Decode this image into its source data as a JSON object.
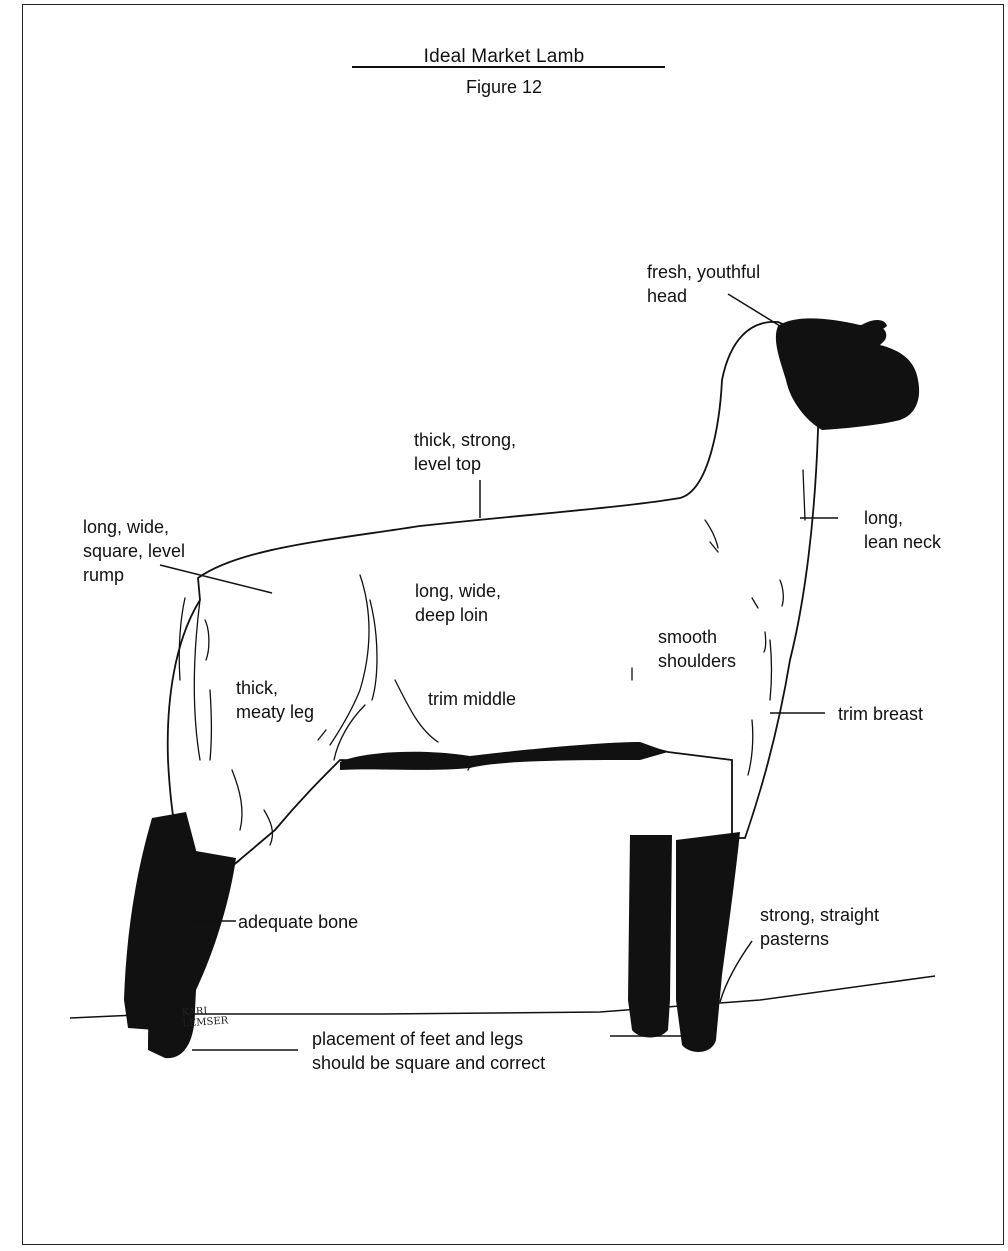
{
  "header": {
    "title": "Ideal Market Lamb",
    "figure": "Figure 12"
  },
  "labels": {
    "head": [
      "fresh, youthful",
      "head"
    ],
    "top": [
      "thick, strong,",
      "level top"
    ],
    "rump": [
      "long, wide,",
      "square, level",
      "rump"
    ],
    "neck": [
      "long,",
      "lean neck"
    ],
    "loin": [
      "long, wide,",
      "deep loin"
    ],
    "shoulders": [
      "smooth",
      "shoulders"
    ],
    "leg": [
      "thick,",
      "meaty leg"
    ],
    "middle": [
      "trim middle"
    ],
    "breast": [
      "trim breast"
    ],
    "bone": [
      "adequate bone"
    ],
    "pasterns": [
      "strong, straight",
      "pasterns"
    ],
    "feet": [
      "placement of feet and legs",
      "should be square and correct"
    ]
  },
  "signature": [
    "KARI",
    "LEMSER"
  ],
  "colors": {
    "ink": "#111111",
    "paper": "#ffffff"
  }
}
